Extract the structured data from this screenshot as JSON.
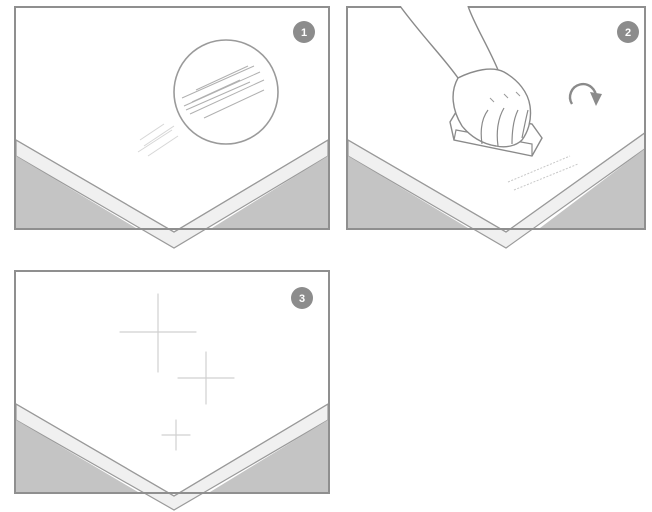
{
  "steps": [
    {
      "number": "1",
      "icon": "scratch-magnifier-icon"
    },
    {
      "number": "2",
      "icon": "hand-sponge-rub-icon"
    },
    {
      "number": "3",
      "icon": "sparkle-clean-icon"
    }
  ],
  "colors": {
    "frame": "#8f8f8f",
    "surface": "#ffffff",
    "edge": "#eeeeee",
    "shadow": "#c4c4c4",
    "badge": "#8c8c8c",
    "line": "#9a9a9a"
  }
}
